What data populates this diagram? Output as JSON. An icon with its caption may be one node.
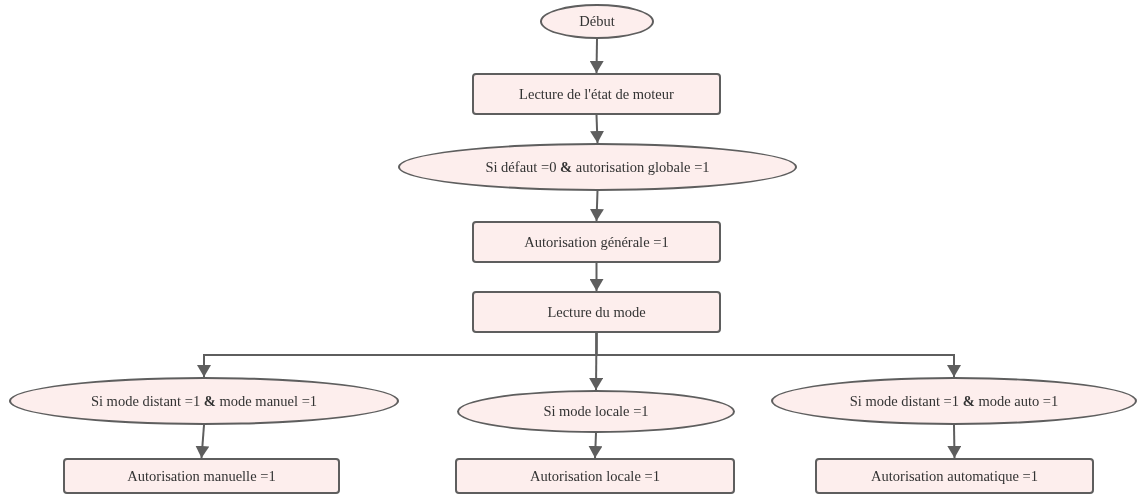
{
  "diagram": {
    "nodes": [
      {
        "text": [
          "Début"
        ]
      },
      {
        "text": [
          "Lecture de l'état de moteur"
        ]
      },
      {
        "text": [
          "Si défaut =0 **&** autorisation globale =1"
        ]
      },
      {
        "text": [
          "Autorisation générale =1"
        ]
      },
      {
        "text": [
          "Lecture du mode"
        ]
      },
      {
        "text": [
          "Si mode distant =1 **&** mode manuel =1"
        ]
      },
      {
        "text": [
          "Si mode locale =1"
        ]
      },
      {
        "text": [
          "Si mode distant =1 **&** mode auto =1"
        ]
      },
      {
        "text": [
          "Autorisation manuelle =1"
        ]
      },
      {
        "text": [
          "Autorisation locale =1"
        ]
      },
      {
        "text": [
          "Autorisation automatique =1"
        ]
      }
    ],
    "edges": [
      {
        "from": 0,
        "to": 1,
        "arrow": "to"
      },
      {
        "from": 1,
        "to": 2,
        "arrow": "to"
      },
      {
        "from": 2,
        "to": 3,
        "arrow": "to"
      },
      {
        "from": 3,
        "to": 4,
        "arrow": "to"
      },
      {
        "from": 4,
        "to": 5,
        "arrow": "to"
      },
      {
        "from": 4,
        "to": 6,
        "arrow": "to"
      },
      {
        "from": 4,
        "to": 7,
        "arrow": "to"
      },
      {
        "from": 5,
        "to": 8,
        "arrow": "to"
      },
      {
        "from": 6,
        "to": 9,
        "arrow": "to"
      },
      {
        "from": 7,
        "to": 10,
        "arrow": "to"
      }
    ]
  }
}
